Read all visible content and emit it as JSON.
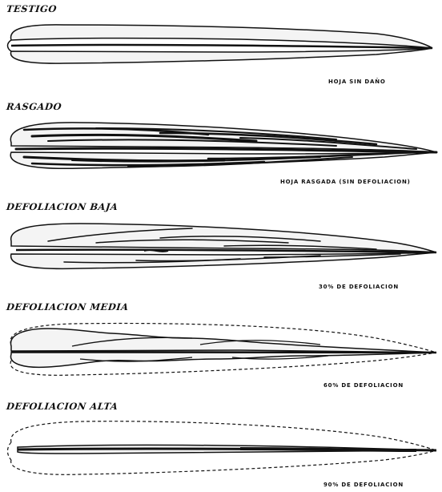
{
  "panels": [
    {
      "title": "TESTIGO",
      "caption": "HOJA SIN DAÑO"
    },
    {
      "title": "RASGADO",
      "caption": "HOJA RASGADA (SIN DEFOLIACION)"
    },
    {
      "title": "DEFOLIACION BAJA",
      "caption": "30% DE DEFOLIACION"
    },
    {
      "title": "DEFOLIACION MEDIA",
      "caption": "60% DE DEFOLIACION"
    },
    {
      "title": "DEFOLIACION ALTA",
      "caption": "90% DE DEFOLIACION"
    }
  ]
}
